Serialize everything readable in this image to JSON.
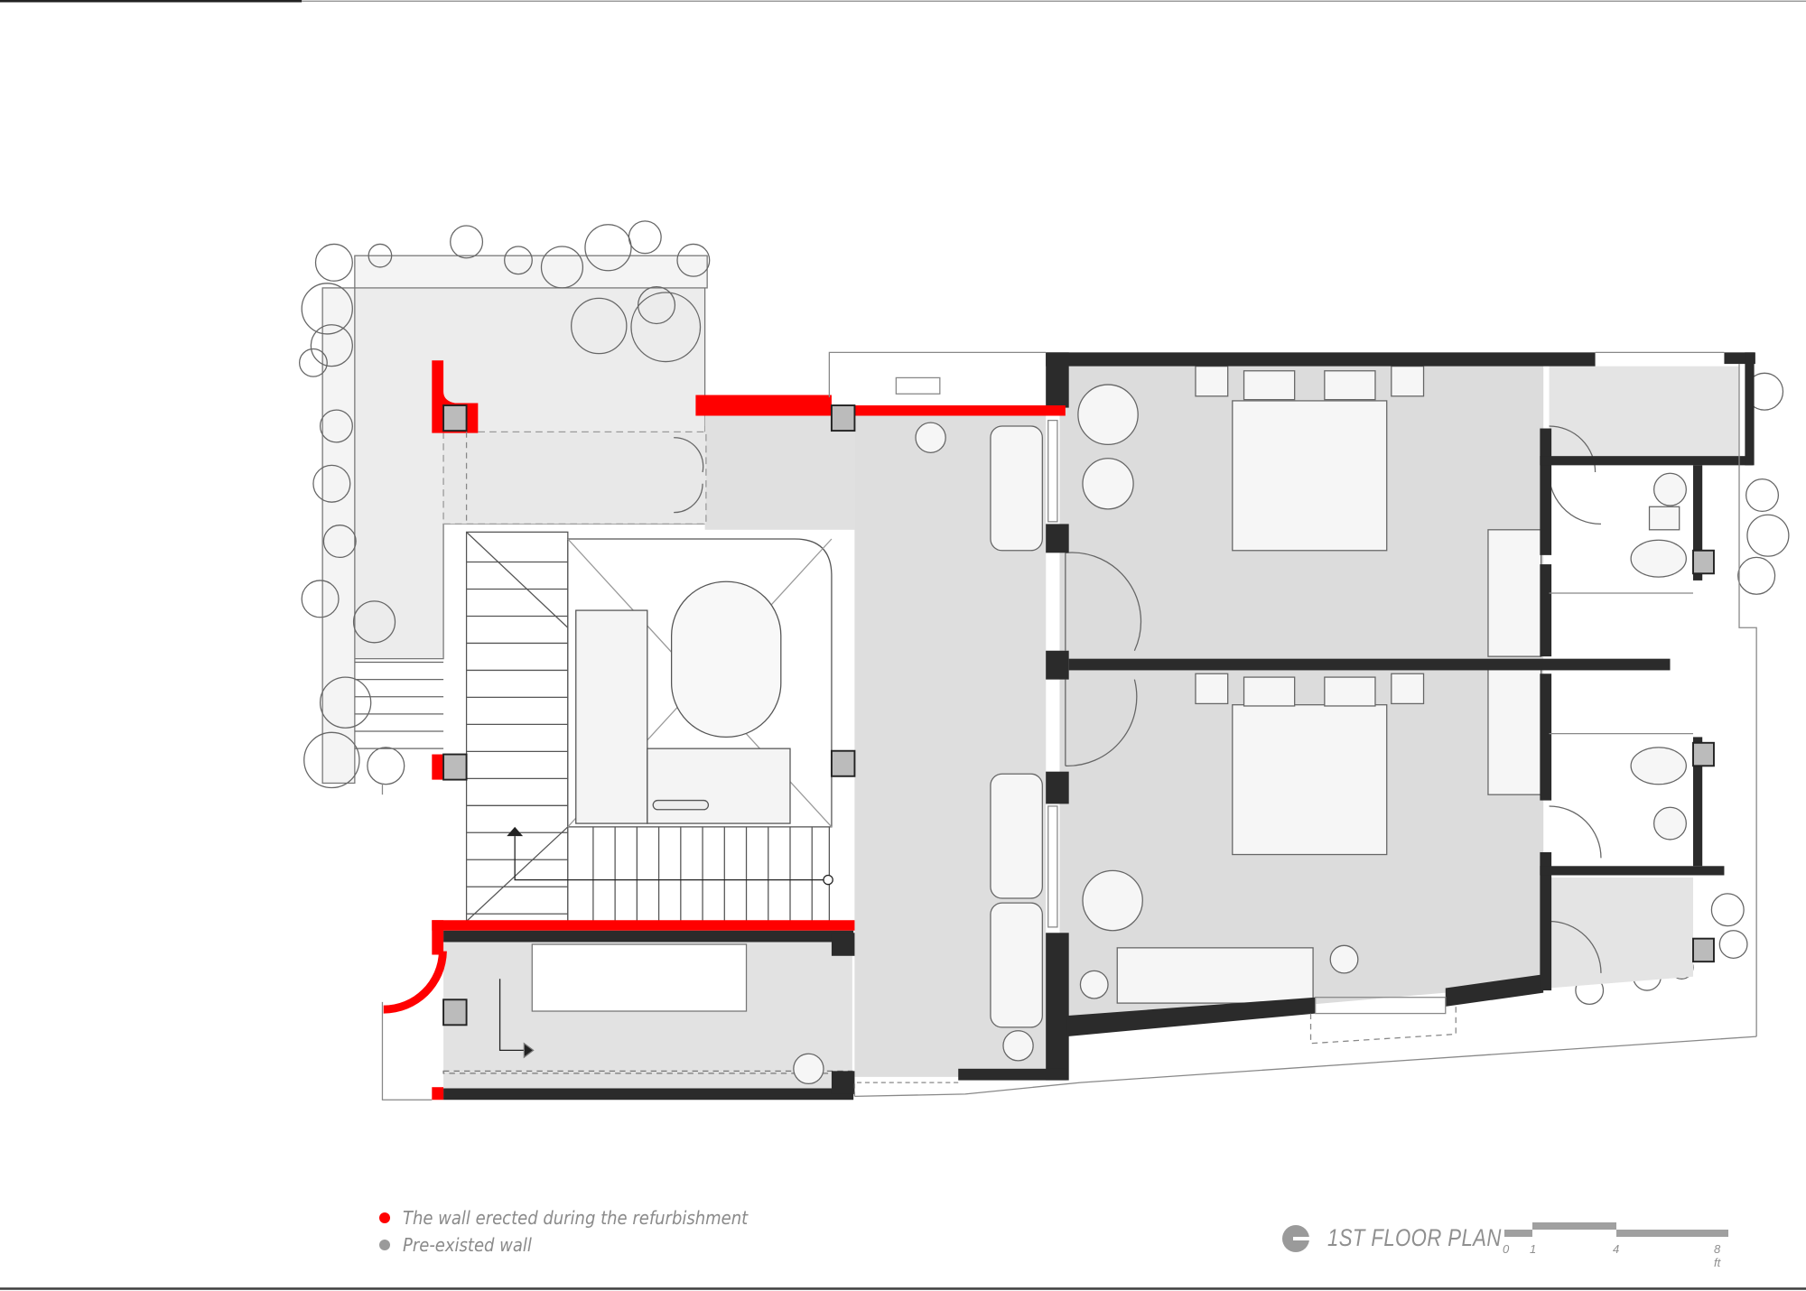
{
  "legend": {
    "items": [
      {
        "label": "The wall erected during the refurbishment",
        "color": "#ff0000"
      },
      {
        "label": "Pre-existed wall",
        "color": "#9a9a9a"
      }
    ]
  },
  "title": {
    "text": "1ST FLOOR PLAN",
    "icon": "north-arrow-icon"
  },
  "scale_bar": {
    "unit": "ft",
    "labels": [
      "0",
      "1",
      "4",
      "8 ft"
    ]
  },
  "colors": {
    "new_wall": "#ff0000",
    "existing_wall": "#2b2b2b",
    "floor": "#e2e2e2",
    "text": "#8a8a8a"
  }
}
